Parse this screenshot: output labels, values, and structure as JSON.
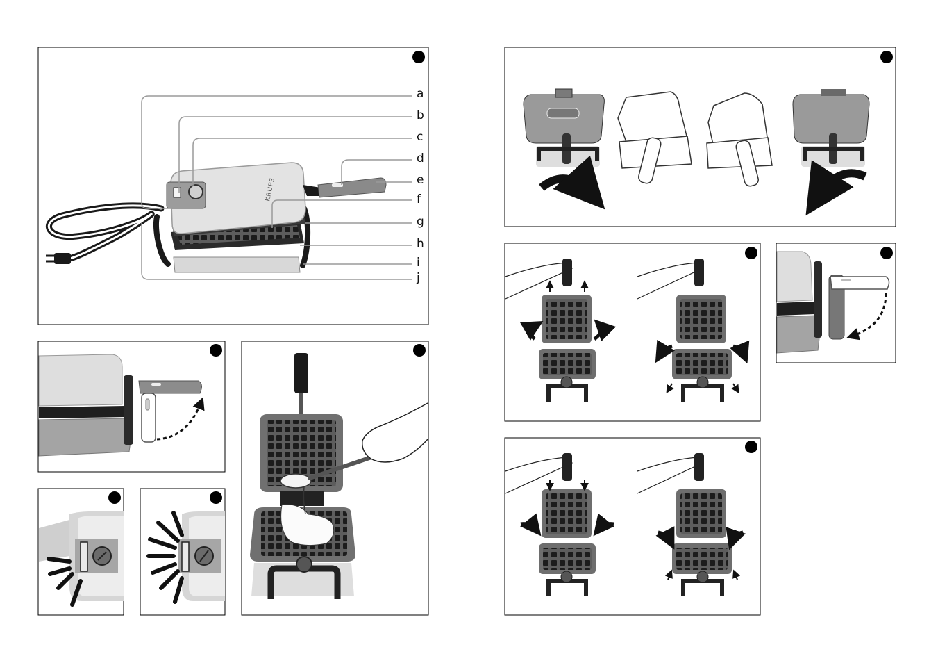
{
  "document": {
    "diagram": {
      "brand": "KRUPS",
      "part_labels": [
        "a",
        "b",
        "c",
        "d",
        "e",
        "f",
        "g",
        "h",
        "i",
        "j"
      ]
    },
    "step_badges": [
      {
        "panel": "parts-diagram"
      },
      {
        "panel": "rotate-steps"
      },
      {
        "panel": "plate-removal"
      },
      {
        "panel": "handle-fold-right"
      },
      {
        "panel": "handle-unfold"
      },
      {
        "panel": "power-light"
      },
      {
        "panel": "ready-light"
      },
      {
        "panel": "pour-batter"
      },
      {
        "panel": "plate-insertion"
      }
    ],
    "colors": {
      "frame": "#000000",
      "appliance_light": "#d9d9d9",
      "appliance_mid": "#b3b3b3",
      "appliance_dark": "#555555",
      "plate": "#6f6f6f",
      "badge": "#000000"
    }
  }
}
